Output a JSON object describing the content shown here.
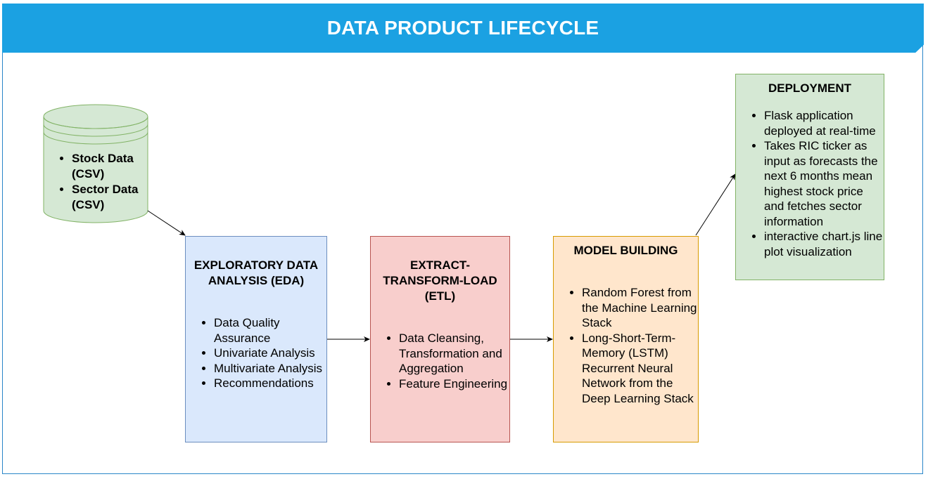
{
  "header": {
    "title": "DATA PRODUCT LIFECYCLE"
  },
  "data_source": {
    "items": [
      "Stock Data (CSV)",
      "Sector Data (CSV)"
    ]
  },
  "eda": {
    "title": "EXPLORATORY DATA ANALYSIS (EDA)",
    "items": [
      "Data Quality Assurance",
      "Univariate Analysis",
      "Multivariate Analysis",
      "Recommendations"
    ]
  },
  "etl": {
    "title": "EXTRACT-TRANSFORM-LOAD (ETL)",
    "items": [
      "Data Cleansing, Transformation and Aggregation",
      "Feature Engineering"
    ]
  },
  "model": {
    "title": "MODEL BUILDING",
    "items": [
      "Random Forest from the Machine Learning Stack",
      "Long-Short-Term-Memory (LSTM) Recurrent Neural Network from the Deep Learning Stack"
    ]
  },
  "deployment": {
    "title": "DEPLOYMENT",
    "items": [
      "Flask application deployed at real-time",
      "Takes RIC ticker as input as forecasts the next 6 months mean highest stock price and fetches sector information",
      "interactive chart.js line plot visualization"
    ]
  },
  "colors": {
    "banner": "#1ba1e2",
    "eda_fill": "#dae8fc",
    "etl_fill": "#f8cecc",
    "model_fill": "#ffe6cc",
    "deploy_fill": "#d5e8d4",
    "cylinder_fill": "#d5e8d4"
  }
}
